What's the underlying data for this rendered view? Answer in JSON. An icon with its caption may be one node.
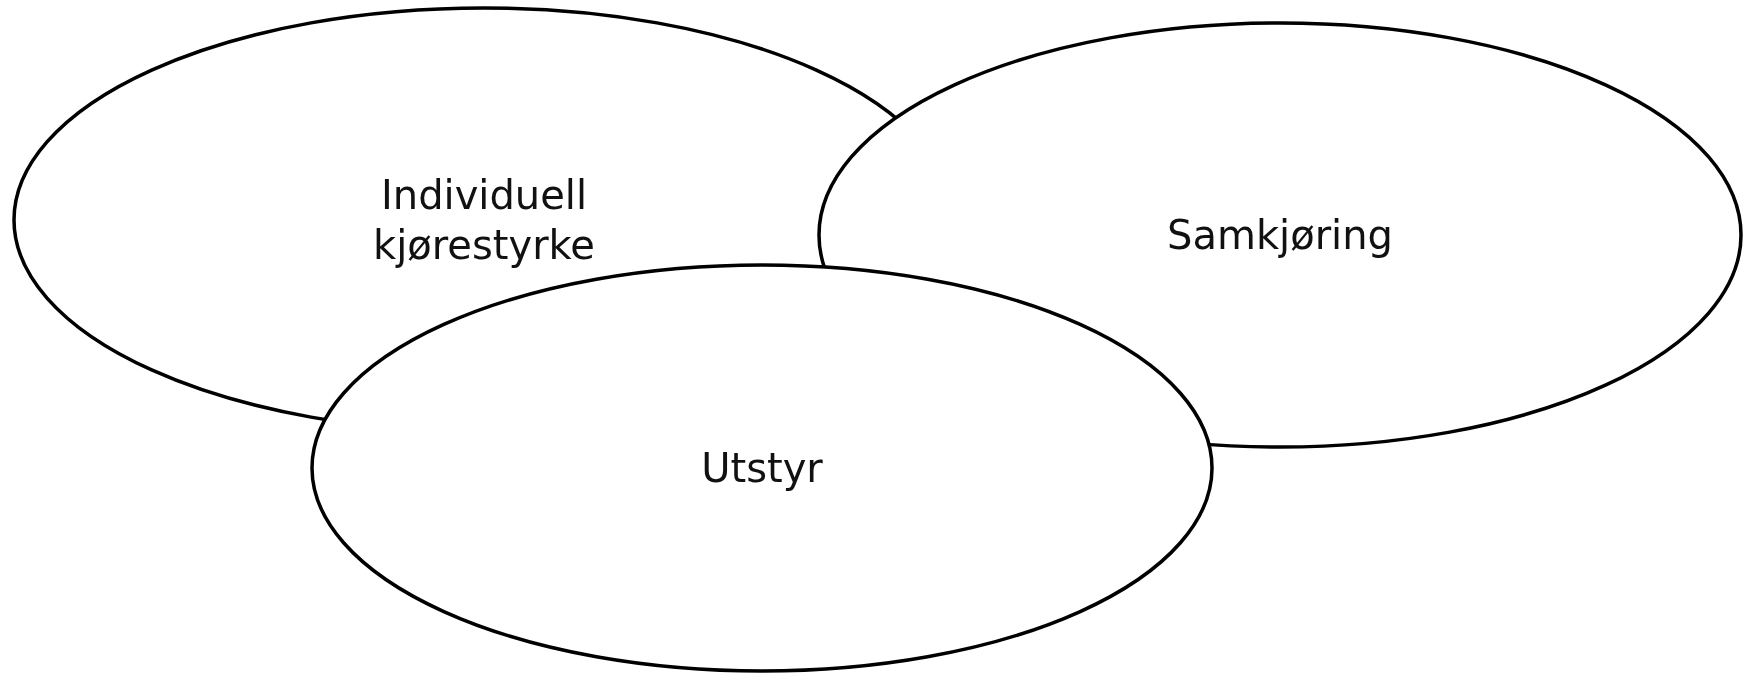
{
  "diagram": {
    "nodes": [
      {
        "text": [
          "Individuell kjørestyrke"
        ]
      },
      {
        "text": [
          "Samkjøring"
        ]
      },
      {
        "text": [
          "Utstyr"
        ]
      }
    ]
  }
}
